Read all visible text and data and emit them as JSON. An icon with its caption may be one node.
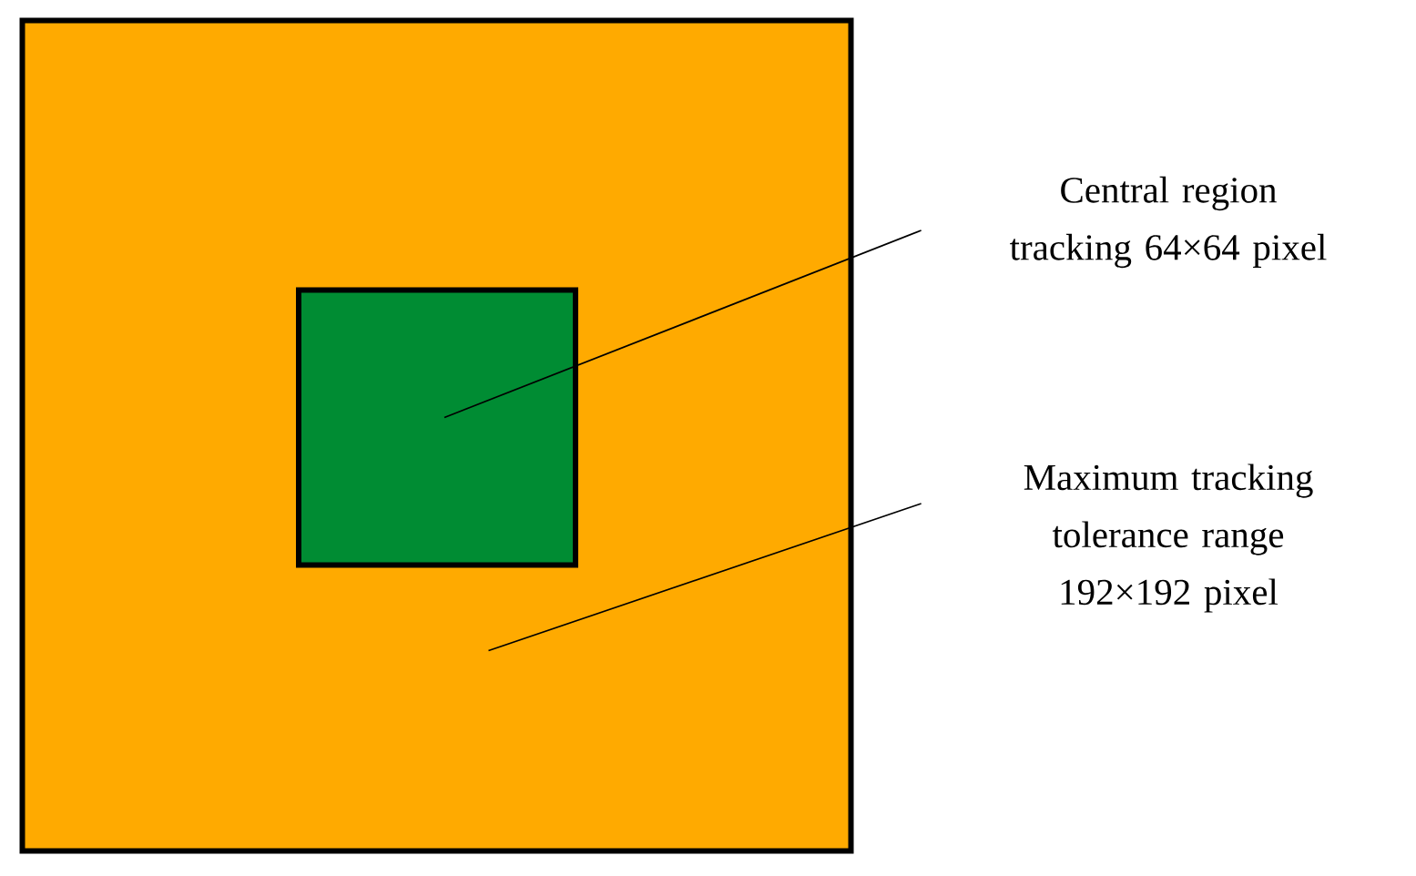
{
  "diagram": {
    "nodes": [
      {
        "text": [],
        "shape": "box"
      },
      {
        "text": [],
        "shape": "box",
        "in": 0
      },
      {
        "text": [
          "Central region tracking 64×64 pixel"
        ]
      },
      {
        "text": [
          "Maximum tracking tolerance range 192×192 pixel"
        ]
      }
    ],
    "edges": [
      {
        "from": 2,
        "to": 1,
        "arrow": "none"
      },
      {
        "from": 3,
        "to": 0,
        "arrow": "none"
      }
    ]
  }
}
